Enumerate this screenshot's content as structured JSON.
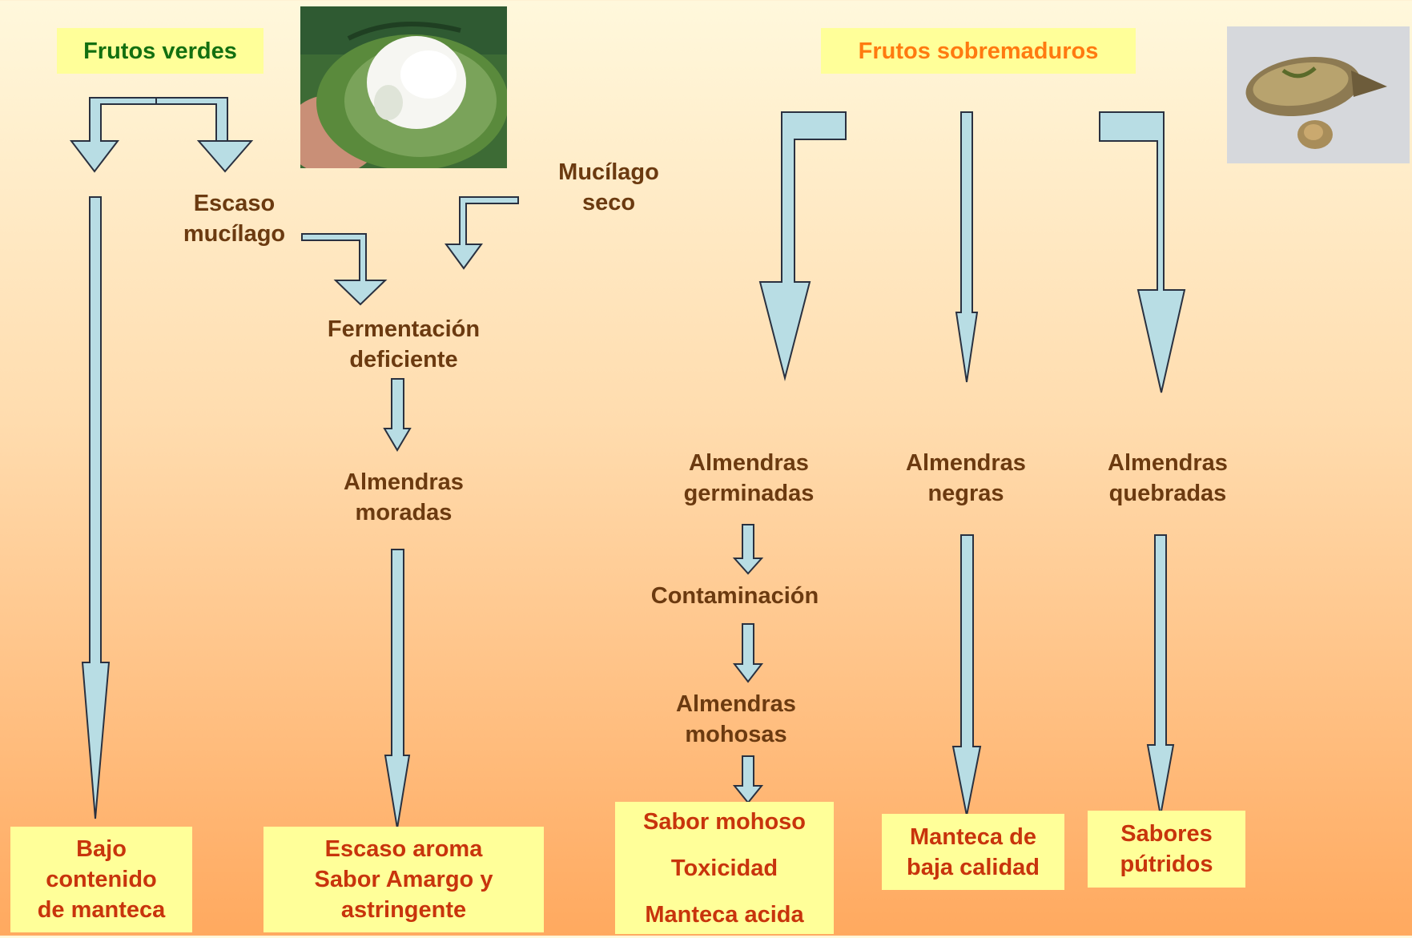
{
  "left": {
    "header": "Frutos verdes",
    "escaso_mucilago": [
      "Escaso",
      "mucílago"
    ],
    "mucilago_seco": [
      "Mucílago",
      "seco"
    ],
    "fermentacion": [
      "Fermentación",
      "deficiente"
    ],
    "almendras_moradas": [
      "Almendras",
      "moradas"
    ],
    "box_bajo": [
      "Bajo",
      "contenido",
      "de manteca"
    ],
    "box_escaso": [
      "Escaso aroma",
      "Sabor Amargo y",
      "astringente"
    ]
  },
  "right": {
    "header": "Frutos sobremaduros",
    "germinadas": [
      "Almendras",
      "germinadas"
    ],
    "negras": [
      "Almendras",
      "negras"
    ],
    "quebradas": [
      "Almendras",
      "quebradas"
    ],
    "contaminacion": "Contaminación",
    "mohosas": [
      "Almendras",
      "mohosas"
    ],
    "box_mohoso": [
      "Sabor mohoso",
      "Toxicidad",
      "Manteca acida"
    ],
    "box_manteca": [
      "Manteca de",
      "baja calidad"
    ],
    "box_sabores": [
      "Sabores",
      "pútridos"
    ]
  },
  "colors": {
    "arrow_fill": "#b8dde4",
    "arrow_stroke": "#2a3140",
    "label_text": "#6b3a10",
    "result_text": "#c8340c",
    "result_box": "#ffff99",
    "header_green": "#137010",
    "header_orange": "#ff7a10"
  },
  "icons": {
    "green_pod_photo": "open-green-cacao-pod-photo",
    "overripe_pod_photo": "dried-overripe-cacao-pod-photo"
  }
}
